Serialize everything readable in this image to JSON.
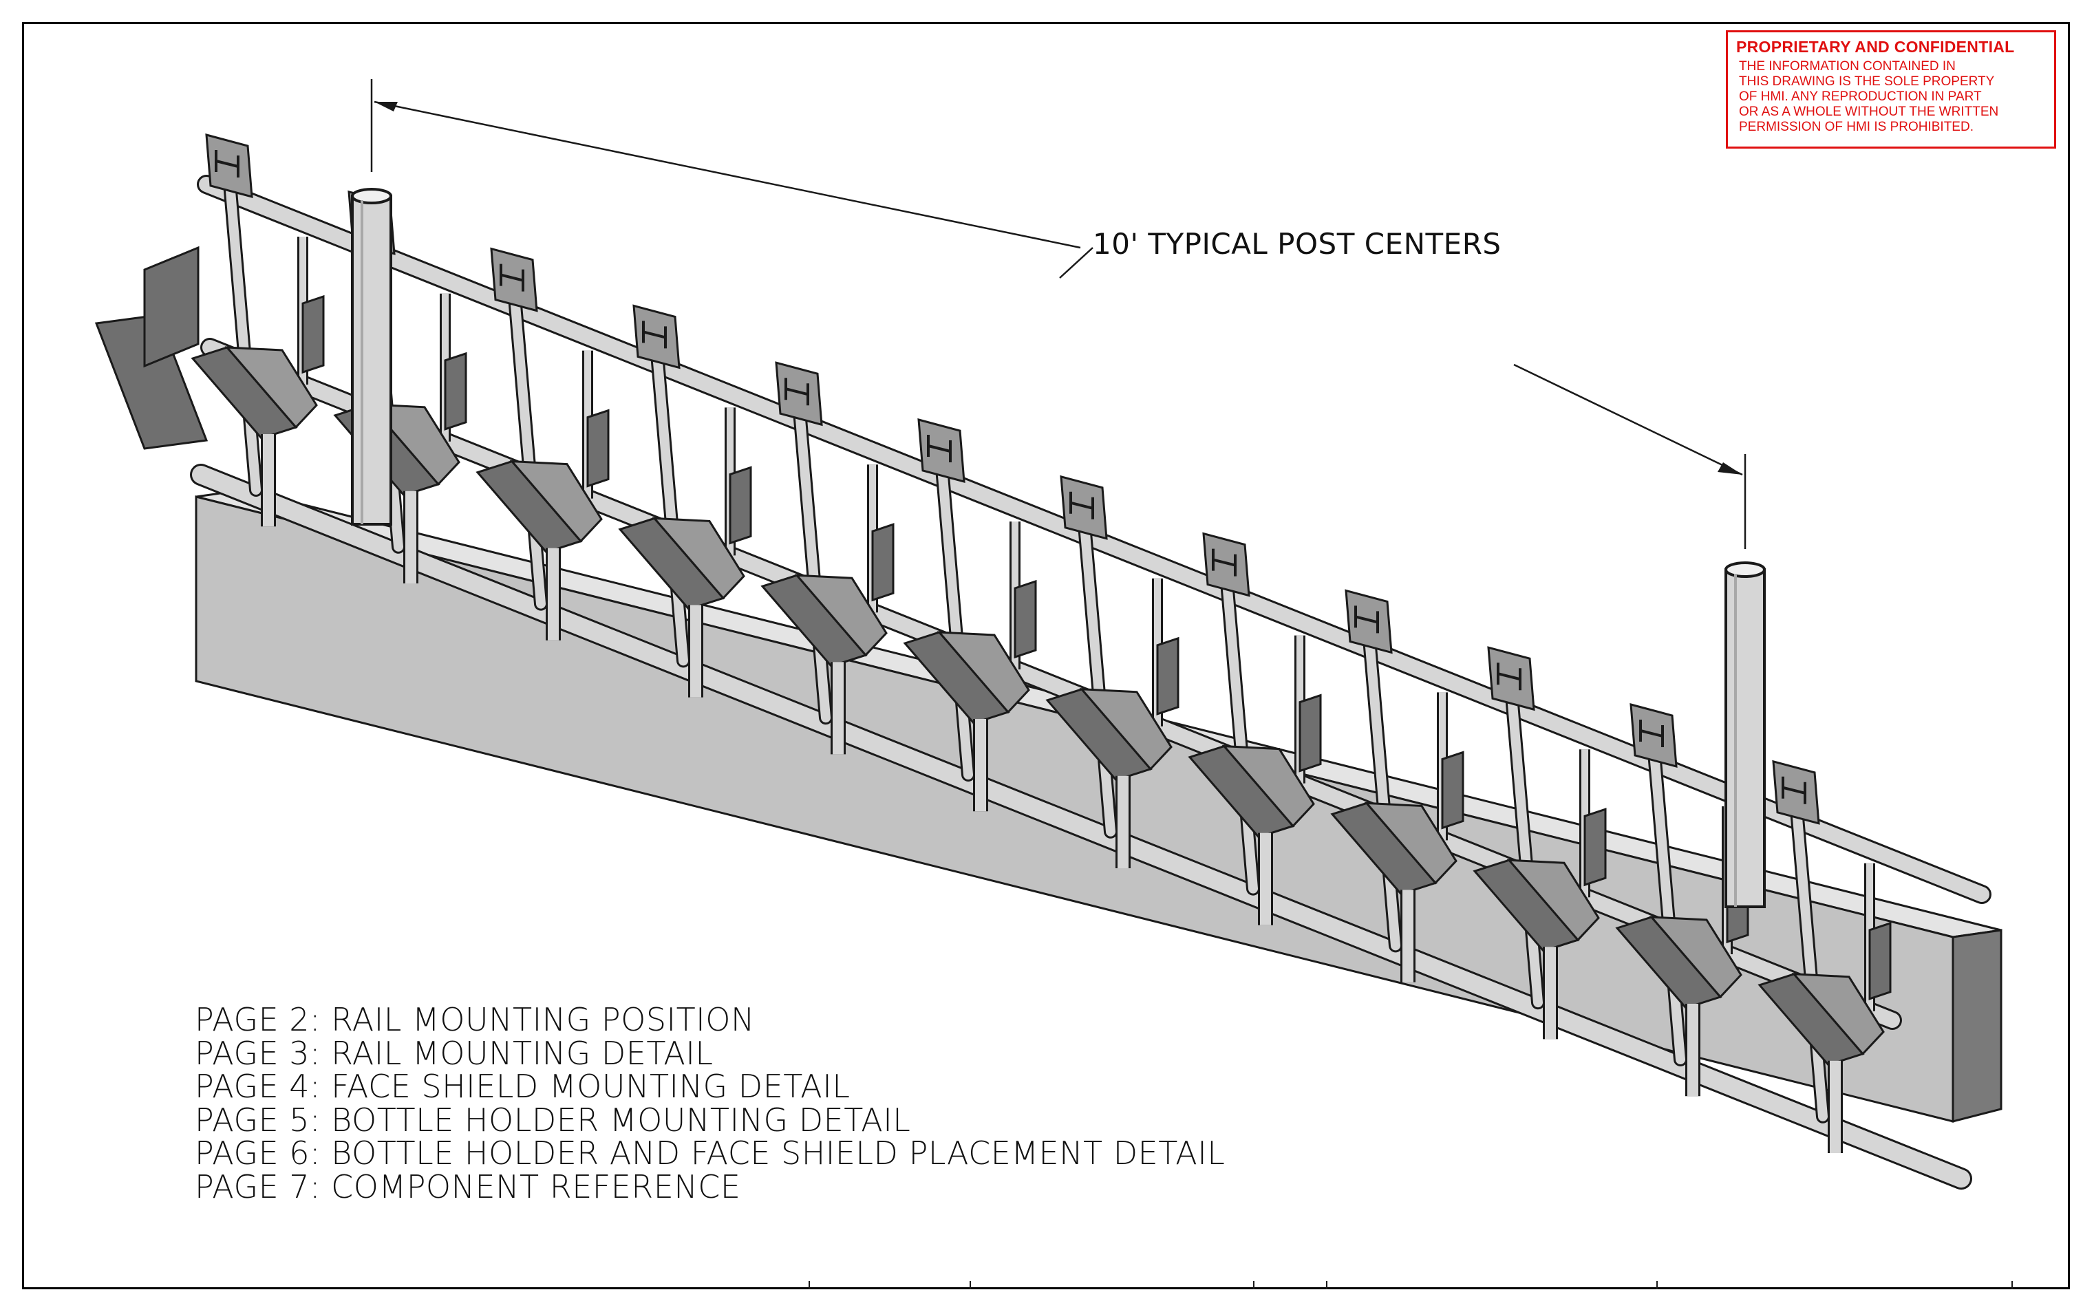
{
  "notice": {
    "title": "PROPRIETARY AND CONFIDENTIAL",
    "lines": [
      "THE INFORMATION CONTAINED IN",
      "THIS DRAWING IS THE SOLE PROPERTY",
      "OF HMI.  ANY REPRODUCTION IN PART",
      "OR AS A WHOLE WITHOUT THE WRITTEN",
      "PERMISSION OF HMI IS PROHIBITED."
    ],
    "color": "#e01010"
  },
  "dimension": {
    "label": "10' TYPICAL  POST CENTERS"
  },
  "pages": [
    "PAGE 2: RAIL MOUNTING POSITION",
    "PAGE 3: RAIL MOUNTING DETAIL",
    "PAGE 4: FACE SHIELD MOUNTING DETAIL",
    "PAGE 5: BOTTLE HOLDER MOUNTING DETAIL",
    "PAGE 6: BOTTLE HOLDER AND FACE SHIELD PLACEMENT DETAIL",
    "PAGE 7: COMPONENT REFERENCE"
  ],
  "colors": {
    "line": "#1a1a1a",
    "beam_front": "#c2c2c2",
    "beam_top": "#e4e4e4",
    "beam_end": "#7a7a7a",
    "pipe": "#d6d6d6",
    "plate": "#6f6f6f",
    "plate_light": "#9a9a9a"
  }
}
